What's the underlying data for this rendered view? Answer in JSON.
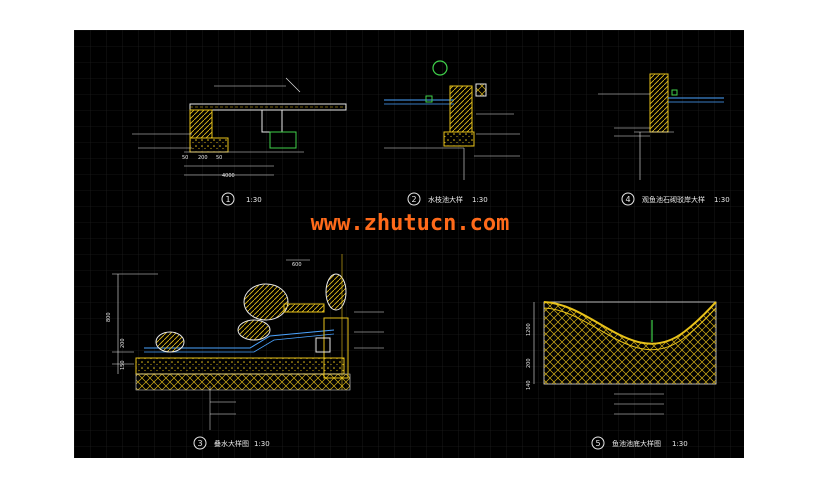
{
  "watermark": "www.zhutucn.com",
  "details": [
    {
      "number": "1",
      "title": "",
      "scale": "1:30"
    },
    {
      "number": "2",
      "title": "水枝池大样",
      "scale": "1:30"
    },
    {
      "number": "4",
      "title": "观鱼池石砌驳岸大样",
      "scale": "1:30"
    },
    {
      "number": "3",
      "title": "叠水大样图",
      "scale": "1:30"
    },
    {
      "number": "5",
      "title": "鱼池池底大样图",
      "scale": "1:30"
    }
  ],
  "dimensions": {
    "d1_bottom": [
      "50",
      "200",
      "50",
      "4000"
    ],
    "d3_left": [
      "800",
      "200",
      "150"
    ],
    "d3_top": "600",
    "d5_left": [
      "1200",
      "200",
      "140"
    ]
  },
  "colors": {
    "background": "#000000",
    "grid": "#2a2a2a",
    "hatch_yellow": "#e8c21a",
    "water_blue": "#4aa3ff",
    "green": "#3fd14a",
    "watermark": "#ff6a1a"
  }
}
